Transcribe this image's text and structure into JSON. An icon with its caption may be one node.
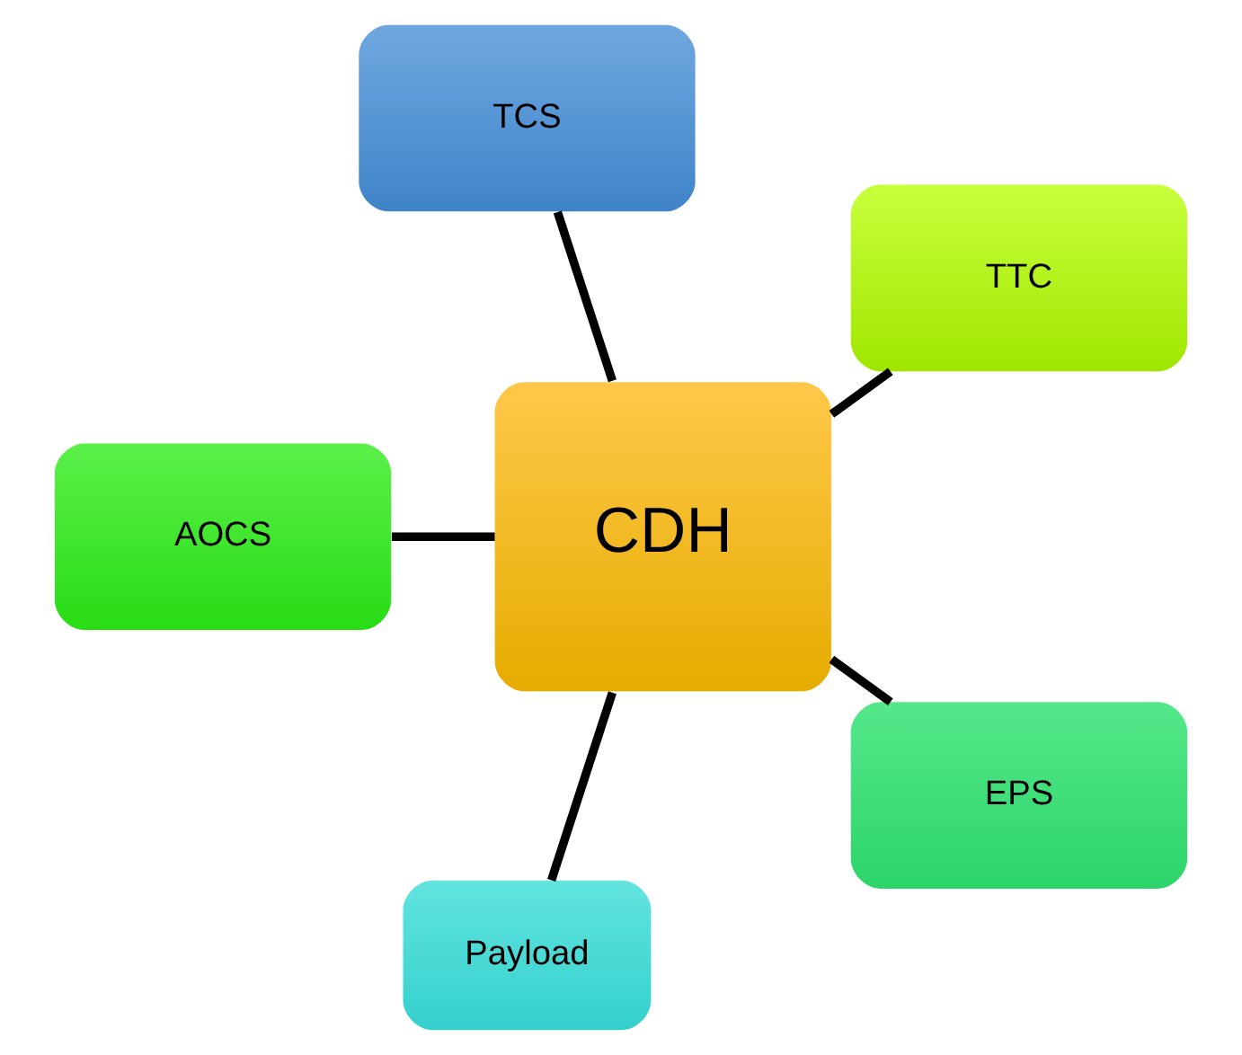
{
  "diagram": {
    "nodes": [
      {
        "text": [
          "TTC"
        ]
      },
      {
        "text": [
          "TCS"
        ]
      },
      {
        "text": [
          "CDH"
        ]
      },
      {
        "text": [
          "AOCS"
        ]
      },
      {
        "text": [
          "Payload"
        ]
      },
      {
        "text": [
          "EPS"
        ]
      }
    ],
    "edges": [
      {
        "from": 2,
        "to": 0,
        "arrow": "none"
      },
      {
        "from": 2,
        "to": 3,
        "arrow": "none"
      },
      {
        "from": 2,
        "to": 5,
        "arrow": "none"
      },
      {
        "from": 2,
        "to": 4,
        "arrow": "none"
      },
      {
        "from": 2,
        "to": 1,
        "arrow": "none"
      }
    ]
  }
}
